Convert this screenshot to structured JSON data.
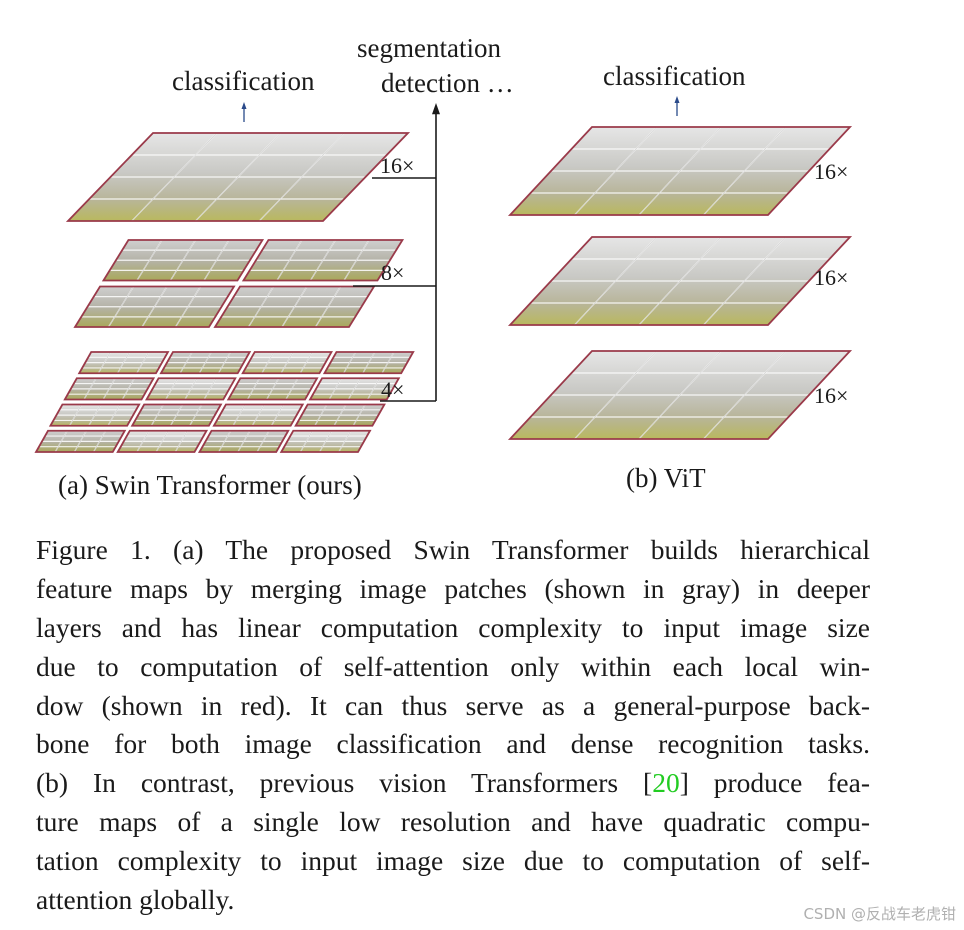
{
  "figure": {
    "left_panel": {
      "top_label": "classification",
      "side_label_line1": "segmentation",
      "side_label_line2": "detection …",
      "multipliers": [
        "16×",
        "8×",
        "4×"
      ],
      "subcaption": "(a) Swin Transformer (ours)"
    },
    "right_panel": {
      "top_label": "classification",
      "multipliers": [
        "16×",
        "16×",
        "16×"
      ],
      "subcaption": "(b) ViT"
    },
    "colors": {
      "window_border": "#9a3a4a",
      "patch_grid": "#ffffff",
      "arrow": "#1a1a1a",
      "classification_arrow": "#2a4a8a",
      "reference_link": "#22cc22"
    }
  },
  "caption": {
    "lines": [
      "Figure 1. (a) The proposed Swin Transformer builds hierarchical",
      "feature maps by merging image patches (shown in gray) in deeper",
      "layers and has linear computation complexity to input image size",
      "due to computation of self-attention only within each local win-",
      "dow (shown in red). It can thus serve as a general-purpose back-",
      "bone for both image classification and dense recognition tasks.",
      "(b) In contrast, previous vision Transformers [",
      "20",
      "] produce fea-",
      "ture maps of a single low resolution and have quadratic compu-",
      "tation complexity to input image size due to computation of self-",
      "attention globally."
    ]
  },
  "watermark": "CSDN @反战车老虎钳"
}
